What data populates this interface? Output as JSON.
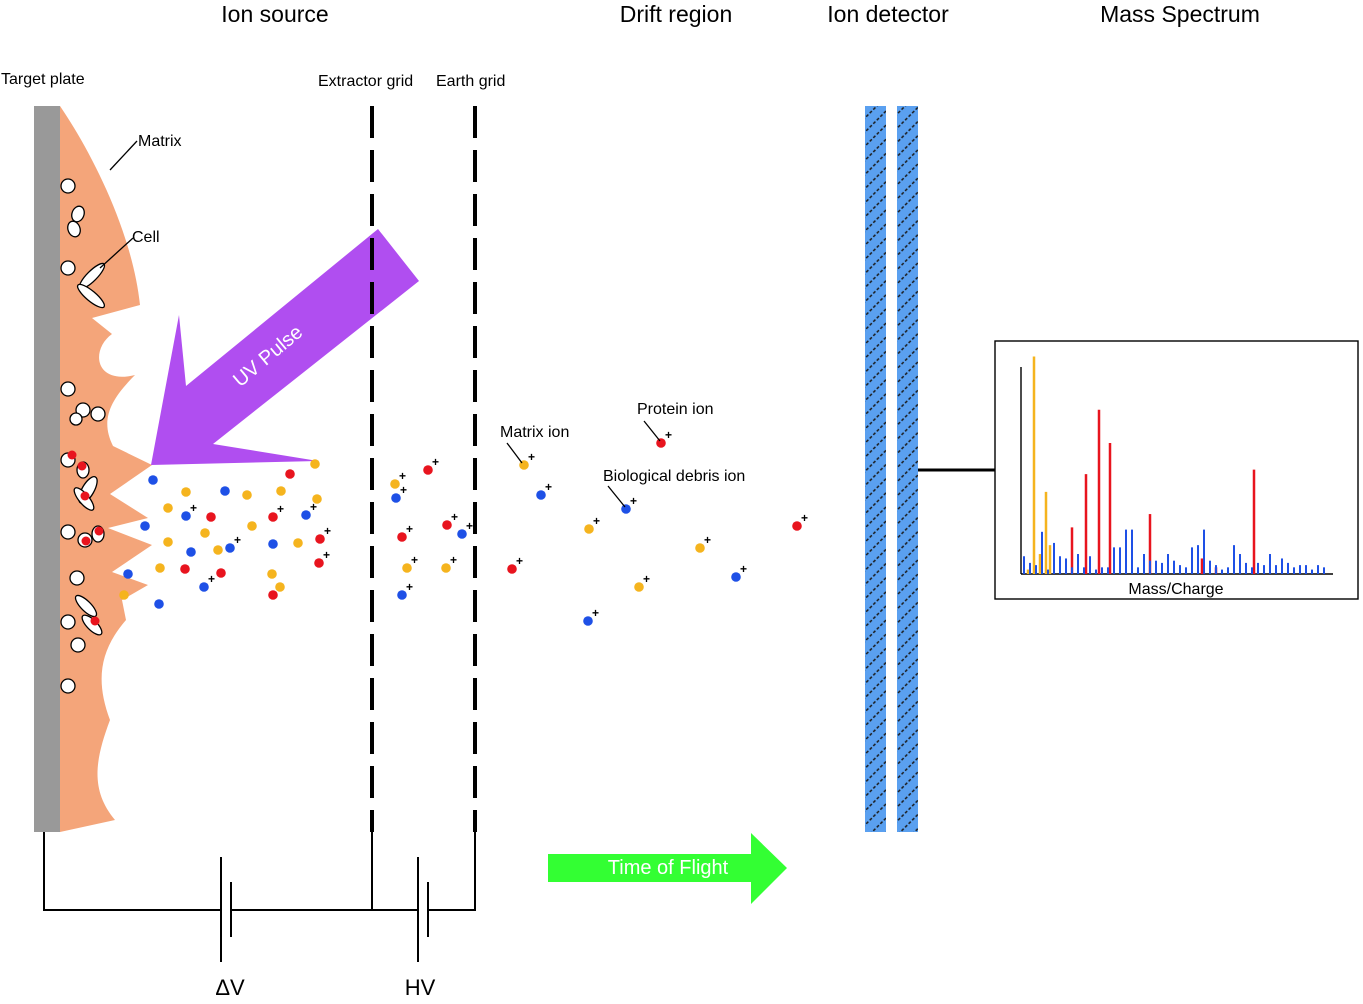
{
  "headings": {
    "ion_source": "Ion source",
    "drift_region": "Drift region",
    "ion_detector": "Ion detector",
    "mass_spectrum": "Mass Spectrum"
  },
  "labels": {
    "target_plate": "Target plate",
    "matrix": "Matrix",
    "cell": "Cell",
    "extractor_grid": "Extractor grid",
    "earth_grid": "Earth grid",
    "uv_pulse": "UV Pulse",
    "matrix_ion": "Matrix ion",
    "protein_ion": "Protein ion",
    "biological_debris_ion": "Biological debris ion",
    "time_of_flight": "Time of Flight",
    "delta_v": "ΔV",
    "hv": "HV",
    "plus_sign": "+"
  },
  "colors": {
    "target_plate": "#999999",
    "matrix": "#f4a57a",
    "uv_pulse": "#b04ef0",
    "time_of_flight": "#33ff33",
    "detector": "#5aa0f0",
    "matrix_ion": "#f5b41e",
    "protein_ion": "#e8141e",
    "debris_ion": "#1e50e6",
    "cell": "#ffffff"
  },
  "chart_data": {
    "type": "bar",
    "title": "",
    "xlabel": "Mass/Charge",
    "ylabel": "",
    "grid": false,
    "series": [
      {
        "color": "matrix_ion",
        "values": [
          2,
          98,
          9,
          37,
          13
        ]
      },
      {
        "color": "protein_ion",
        "values": [
          21,
          45,
          74,
          59,
          27,
          7,
          3,
          47
        ]
      },
      {
        "color": "debris_ion",
        "values": [
          8,
          5,
          4,
          19,
          2,
          14,
          8,
          7,
          3,
          9,
          3,
          8,
          2,
          3,
          3,
          12,
          12,
          20,
          20,
          3,
          9,
          6,
          6,
          5,
          9,
          6,
          4,
          3,
          12,
          13,
          20,
          6,
          4,
          2,
          3,
          13,
          9,
          5,
          3,
          5,
          4,
          9,
          4,
          7,
          5,
          3,
          4,
          4,
          2,
          4,
          3
        ]
      }
    ]
  }
}
